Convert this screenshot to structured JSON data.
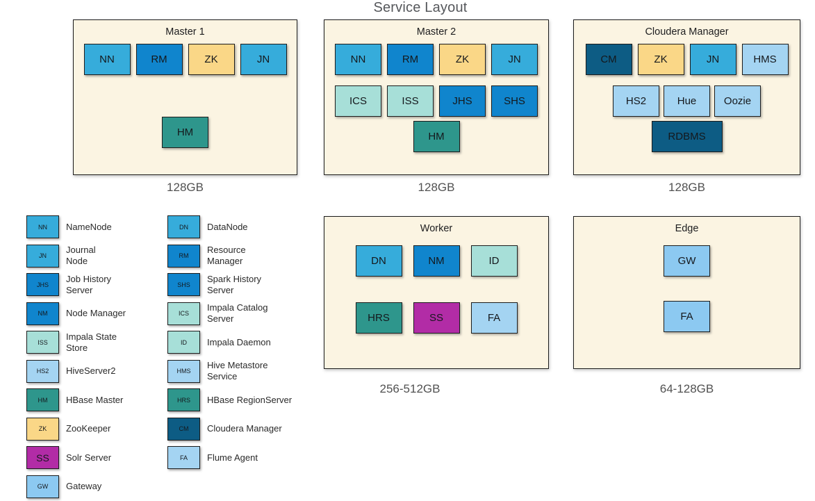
{
  "title": "Service Layout",
  "colors": {
    "cyan": "#36ACDB",
    "blue": "#1085CD",
    "yellow": "#FAD787",
    "mint": "#A7DFD8",
    "teal": "#2E968C",
    "light_blue": "#A4D4F2",
    "sky_blue": "#8CC9F1",
    "dark_teal": "#0D5C84",
    "magenta": "#B22CA6",
    "box_background": "#FBF4E2"
  },
  "boxes": [
    {
      "title": "Master 1",
      "memory": "128GB",
      "rows": [
        [
          {
            "label": "NN",
            "color": "cyan"
          },
          {
            "label": "RM",
            "color": "blue"
          },
          {
            "label": "ZK",
            "color": "yellow"
          },
          {
            "label": "JN",
            "color": "cyan"
          }
        ],
        [
          {
            "label": "HM",
            "color": "teal"
          }
        ]
      ]
    },
    {
      "title": "Master 2",
      "memory": "128GB",
      "rows": [
        [
          {
            "label": "NN",
            "color": "cyan"
          },
          {
            "label": "RM",
            "color": "blue"
          },
          {
            "label": "ZK",
            "color": "yellow"
          },
          {
            "label": "JN",
            "color": "cyan"
          }
        ],
        [
          {
            "label": "ICS",
            "color": "mint"
          },
          {
            "label": "ISS",
            "color": "mint"
          },
          {
            "label": "JHS",
            "color": "blue"
          },
          {
            "label": "SHS",
            "color": "blue"
          }
        ],
        [
          {
            "label": "HM",
            "color": "teal"
          }
        ]
      ]
    },
    {
      "title": "Cloudera Manager",
      "memory": "128GB",
      "rows": [
        [
          {
            "label": "CM",
            "color": "dark_teal"
          },
          {
            "label": "ZK",
            "color": "yellow"
          },
          {
            "label": "JN",
            "color": "cyan"
          },
          {
            "label": "HMS",
            "color": "light_blue"
          }
        ],
        [
          {
            "label": "HS2",
            "color": "light_blue"
          },
          {
            "label": "Hue",
            "color": "light_blue"
          },
          {
            "label": "Oozie",
            "color": "light_blue"
          }
        ],
        [
          {
            "label": "RDBMS",
            "color": "dark_teal"
          }
        ]
      ]
    },
    {
      "title": "Worker",
      "memory": "256-512GB",
      "rows": [
        [
          {
            "label": "DN",
            "color": "cyan"
          },
          {
            "label": "NM",
            "color": "blue"
          },
          {
            "label": "ID",
            "color": "mint"
          }
        ],
        [
          {
            "label": "HRS",
            "color": "teal"
          },
          {
            "label": "SS",
            "color": "magenta"
          },
          {
            "label": "FA",
            "color": "light_blue"
          }
        ]
      ]
    },
    {
      "title": "Edge",
      "memory": "64-128GB",
      "rows": [
        [
          {
            "label": "GW",
            "color": "sky_blue"
          }
        ],
        [
          {
            "label": "FA",
            "color": "sky_blue"
          }
        ]
      ]
    }
  ],
  "legend": {
    "columns": [
      [
        {
          "abbr": "NN",
          "name": "NameNode",
          "color": "cyan"
        },
        {
          "abbr": "JN",
          "name": "Journal\nNode",
          "color": "cyan"
        },
        {
          "abbr": "JHS",
          "name": "Job History\nServer",
          "color": "blue"
        },
        {
          "abbr": "NM",
          "name": "Node Manager",
          "color": "blue"
        },
        {
          "abbr": "ISS",
          "name": "Impala State\nStore",
          "color": "mint"
        },
        {
          "abbr": "HS2",
          "name": "HiveServer2",
          "color": "light_blue"
        },
        {
          "abbr": "HM",
          "name": "HBase Master",
          "color": "teal"
        },
        {
          "abbr": "ZK",
          "name": "ZooKeeper",
          "color": "yellow"
        },
        {
          "abbr": "SS",
          "name": "Solr Server",
          "color": "magenta"
        },
        {
          "abbr": "GW",
          "name": "Gateway",
          "color": "sky_blue"
        }
      ],
      [
        {
          "abbr": "DN",
          "name": "DataNode",
          "color": "cyan"
        },
        {
          "abbr": "RM",
          "name": "Resource\nManager",
          "color": "blue"
        },
        {
          "abbr": "SHS",
          "name": "Spark History\nServer",
          "color": "blue"
        },
        {
          "abbr": "ICS",
          "name": "Impala Catalog\nServer",
          "color": "mint"
        },
        {
          "abbr": "ID",
          "name": "Impala Daemon",
          "color": "mint"
        },
        {
          "abbr": "HMS",
          "name": "Hive Metastore\nService",
          "color": "light_blue"
        },
        {
          "abbr": "HRS",
          "name": "HBase RegionServer",
          "color": "teal"
        },
        {
          "abbr": "CM",
          "name": "Cloudera Manager",
          "color": "dark_teal"
        },
        {
          "abbr": "FA",
          "name": "Flume Agent",
          "color": "light_blue"
        }
      ]
    ]
  }
}
